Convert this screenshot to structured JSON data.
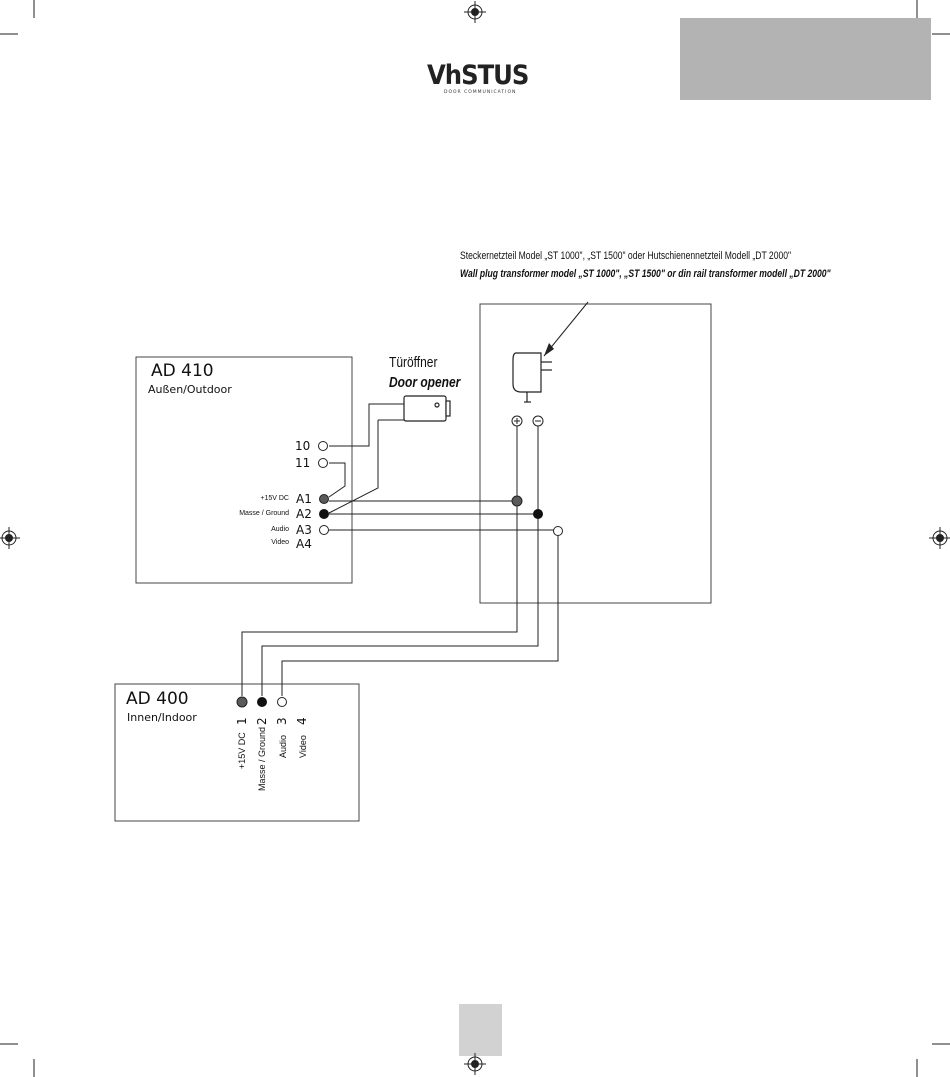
{
  "logo": {
    "text": "VhSTUS",
    "subtitle": "DOOR COMMUNICATION"
  },
  "power_supply": {
    "label_de": "Steckernetzteil Model „ST 1000\", „ST 1500\" oder Hutschienennetzteil Modell „DT 2000\"",
    "label_en": "Wall plug transformer model „ST 1000\", „ST 1500\" or din rail transformer modell „DT 2000\"",
    "plus_symbol": "+",
    "minus_symbol": "−"
  },
  "door_opener": {
    "label_de": "Türöffner",
    "label_en": "Door opener"
  },
  "outdoor_unit": {
    "title": "AD 410",
    "subtitle": "Außen/Outdoor",
    "terminals": [
      {
        "id": "10",
        "desc": ""
      },
      {
        "id": "11",
        "desc": ""
      },
      {
        "id": "A1",
        "desc": "+15V DC"
      },
      {
        "id": "A2",
        "desc": "Masse / Ground"
      },
      {
        "id": "A3",
        "desc": "Audio"
      },
      {
        "id": "A4",
        "desc": "Video"
      }
    ]
  },
  "indoor_unit": {
    "title": "AD 400",
    "subtitle": "Innen/Indoor",
    "terminals": [
      {
        "id": "1",
        "desc": "+15V DC"
      },
      {
        "id": "2",
        "desc": "Masse / Ground"
      },
      {
        "id": "3",
        "desc": "Audio"
      },
      {
        "id": "4",
        "desc": "Video"
      }
    ]
  },
  "colors": {
    "tab_gray": "#b3b3b3",
    "page_box_gray": "#d2d2d2",
    "line": "#222222",
    "dot_dark_gray": "#5a5a5a",
    "dot_black": "#111111"
  }
}
